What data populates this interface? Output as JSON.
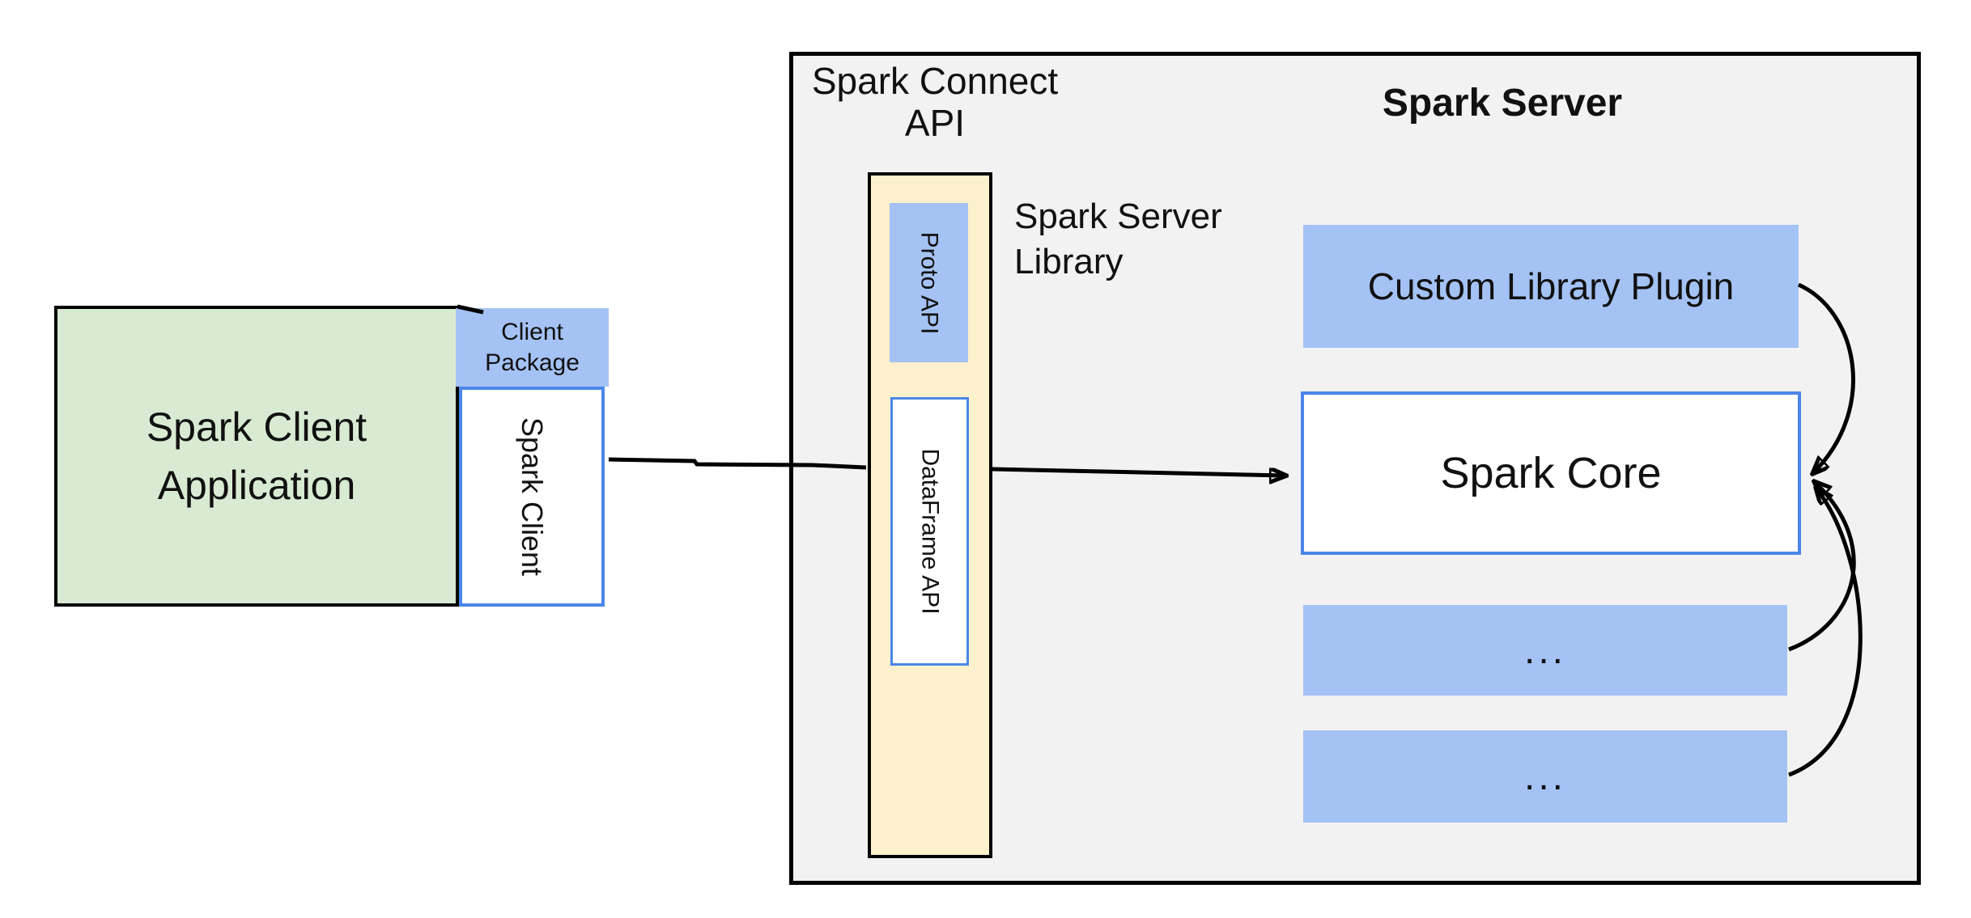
{
  "diagram": {
    "client_app": {
      "label_line1": "Spark Client",
      "label_line2": "Application"
    },
    "client_package": {
      "label_line1": "Client",
      "label_line2": "Package"
    },
    "spark_client": {
      "label": "Spark Client"
    },
    "connect_container": {
      "title_line1": "Spark Connect",
      "title_line2": "API"
    },
    "server_title": "Spark Server",
    "connect_bar": {
      "proto_api": "Proto API",
      "dataframe_api": "DataFrame API"
    },
    "server_library": {
      "label_line1": "Spark Server",
      "label_line2": "Library"
    },
    "plugin": {
      "label": "Custom Library Plugin"
    },
    "core": {
      "label": "Spark Core"
    },
    "more_box_1": {
      "label": "..."
    },
    "more_box_2": {
      "label": "..."
    }
  },
  "colors": {
    "green-fill": "#d9ead3",
    "blue-fill": "#a4c2f4",
    "yellow-fill": "#fdf0cd",
    "grey-fill": "#f2f2f3",
    "blue-border": "#4a86e8",
    "line": "#000000"
  }
}
